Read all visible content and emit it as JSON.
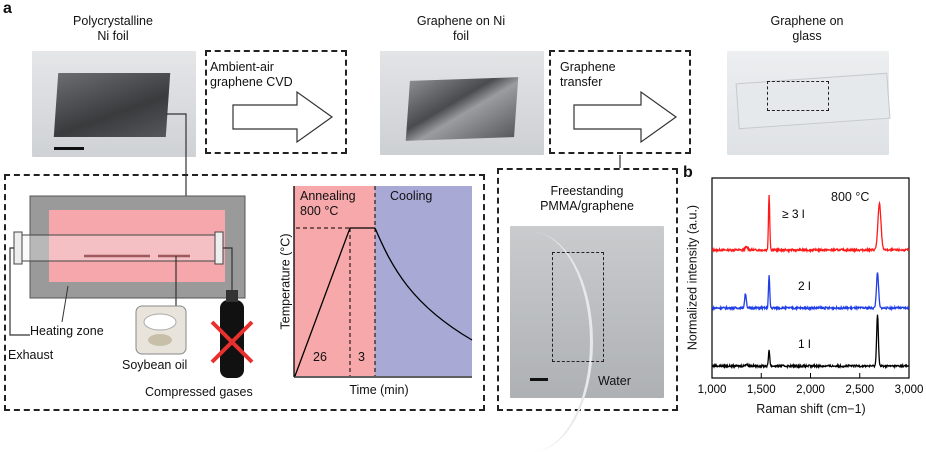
{
  "panel_a": {
    "letter": "a",
    "steps": {
      "ni_foil_title": [
        "Polycrystalline",
        "Ni foil"
      ],
      "cvd_label": [
        "Ambient-air",
        "graphene CVD"
      ],
      "graphene_on_ni_title": [
        "Graphene on Ni",
        "foil"
      ],
      "transfer_label": [
        "Graphene",
        "transfer"
      ],
      "graphene_on_glass_title": [
        "Graphene on",
        "glass"
      ]
    },
    "setup": {
      "heating_zone": "Heating zone",
      "exhaust": "Exhaust",
      "soybean_oil": "Soybean oil",
      "compressed_gases": "Compressed gases"
    },
    "temperature_profile": {
      "annealing_label": [
        "Annealing",
        "800 °C"
      ],
      "cooling_label": "Cooling",
      "ylabel": "Temperature (°C)",
      "xlabel": "Time (min)",
      "segment_1": "26",
      "segment_2": "3"
    },
    "freestanding": {
      "title": [
        "Freestanding",
        "PMMA/graphene"
      ],
      "water": "Water"
    }
  },
  "panel_b": {
    "letter": "b"
  },
  "colors": {
    "annealing_bg": "#f7a8aa",
    "cooling_bg": "#a9a9d6",
    "heating_zone": "#f6a7ab",
    "spectrum_3l": "#ff1a1a",
    "spectrum_2l": "#1f3ee6",
    "spectrum_1l": "#000000"
  },
  "chart_data": {
    "type": "line",
    "xlabel": "Raman shift (cm−1)",
    "ylabel": "Normalized intensity (a.u.)",
    "xlim": [
      1000,
      3000
    ],
    "x_ticks": [
      "1,000",
      "1,500",
      "2,000",
      "2,500",
      "3,000"
    ],
    "annotation": "800 °C",
    "series": [
      {
        "name": "≥ 3 l",
        "color": "#ff1a1a",
        "offset": 2.0,
        "peaks": [
          {
            "x": 1350,
            "h": 0.05,
            "w": 20
          },
          {
            "x": 1580,
            "h": 0.95,
            "w": 9
          },
          {
            "x": 2700,
            "h": 0.8,
            "w": 22
          }
        ]
      },
      {
        "name": "2 l",
        "color": "#1f3ee6",
        "offset": 1.0,
        "peaks": [
          {
            "x": 1340,
            "h": 0.25,
            "w": 12
          },
          {
            "x": 1580,
            "h": 0.55,
            "w": 9
          },
          {
            "x": 2680,
            "h": 0.6,
            "w": 15
          }
        ]
      },
      {
        "name": "1 l",
        "color": "#000000",
        "offset": 0.0,
        "peaks": [
          {
            "x": 1350,
            "h": 0.03,
            "w": 18
          },
          {
            "x": 1580,
            "h": 0.28,
            "w": 9
          },
          {
            "x": 2680,
            "h": 0.9,
            "w": 12
          }
        ]
      }
    ]
  }
}
